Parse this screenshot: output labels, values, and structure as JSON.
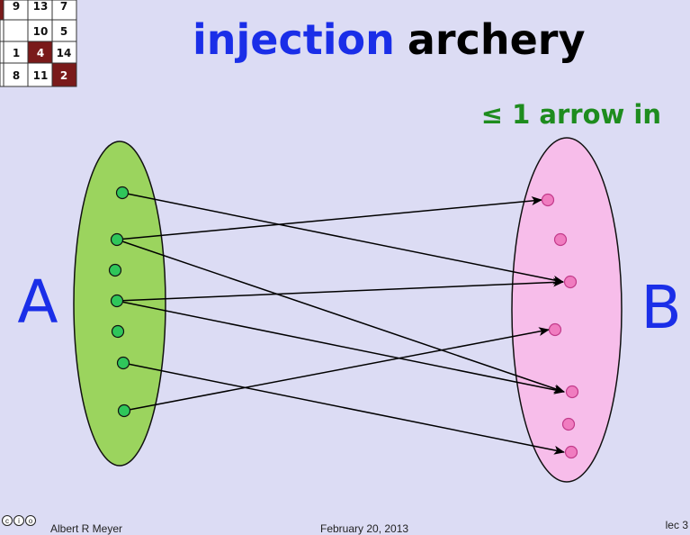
{
  "slide": {
    "title_word1": "injection",
    "title_word2": "archery",
    "subtitle": "≤ 1 arrow in",
    "set_a_label": "A",
    "set_b_label": "B",
    "colors": {
      "title_blue": "#1a2ee8",
      "title_black": "#000000",
      "subtitle_green": "#1e8c1e",
      "set_a_fill": "#9bd45e",
      "set_b_fill": "#f7bdea",
      "dot_a": "#2fc65a",
      "dot_b": "#f07cc0",
      "grid_dark": "#7a1a1a"
    }
  },
  "puzzle_grid": {
    "rows": [
      [
        "",
        "9",
        "13",
        "7"
      ],
      [
        "",
        "",
        "10",
        "5"
      ],
      [
        "",
        "1",
        "4",
        "14"
      ],
      [
        "",
        "8",
        "11",
        "2"
      ]
    ],
    "dark_cells": [
      [
        2,
        2
      ],
      [
        3,
        3
      ]
    ],
    "white_cells": [
      [
        1,
        1
      ]
    ]
  },
  "footer": {
    "author": "Albert R Meyer",
    "date": "February 20, 2013",
    "lecture": "lec 3"
  }
}
